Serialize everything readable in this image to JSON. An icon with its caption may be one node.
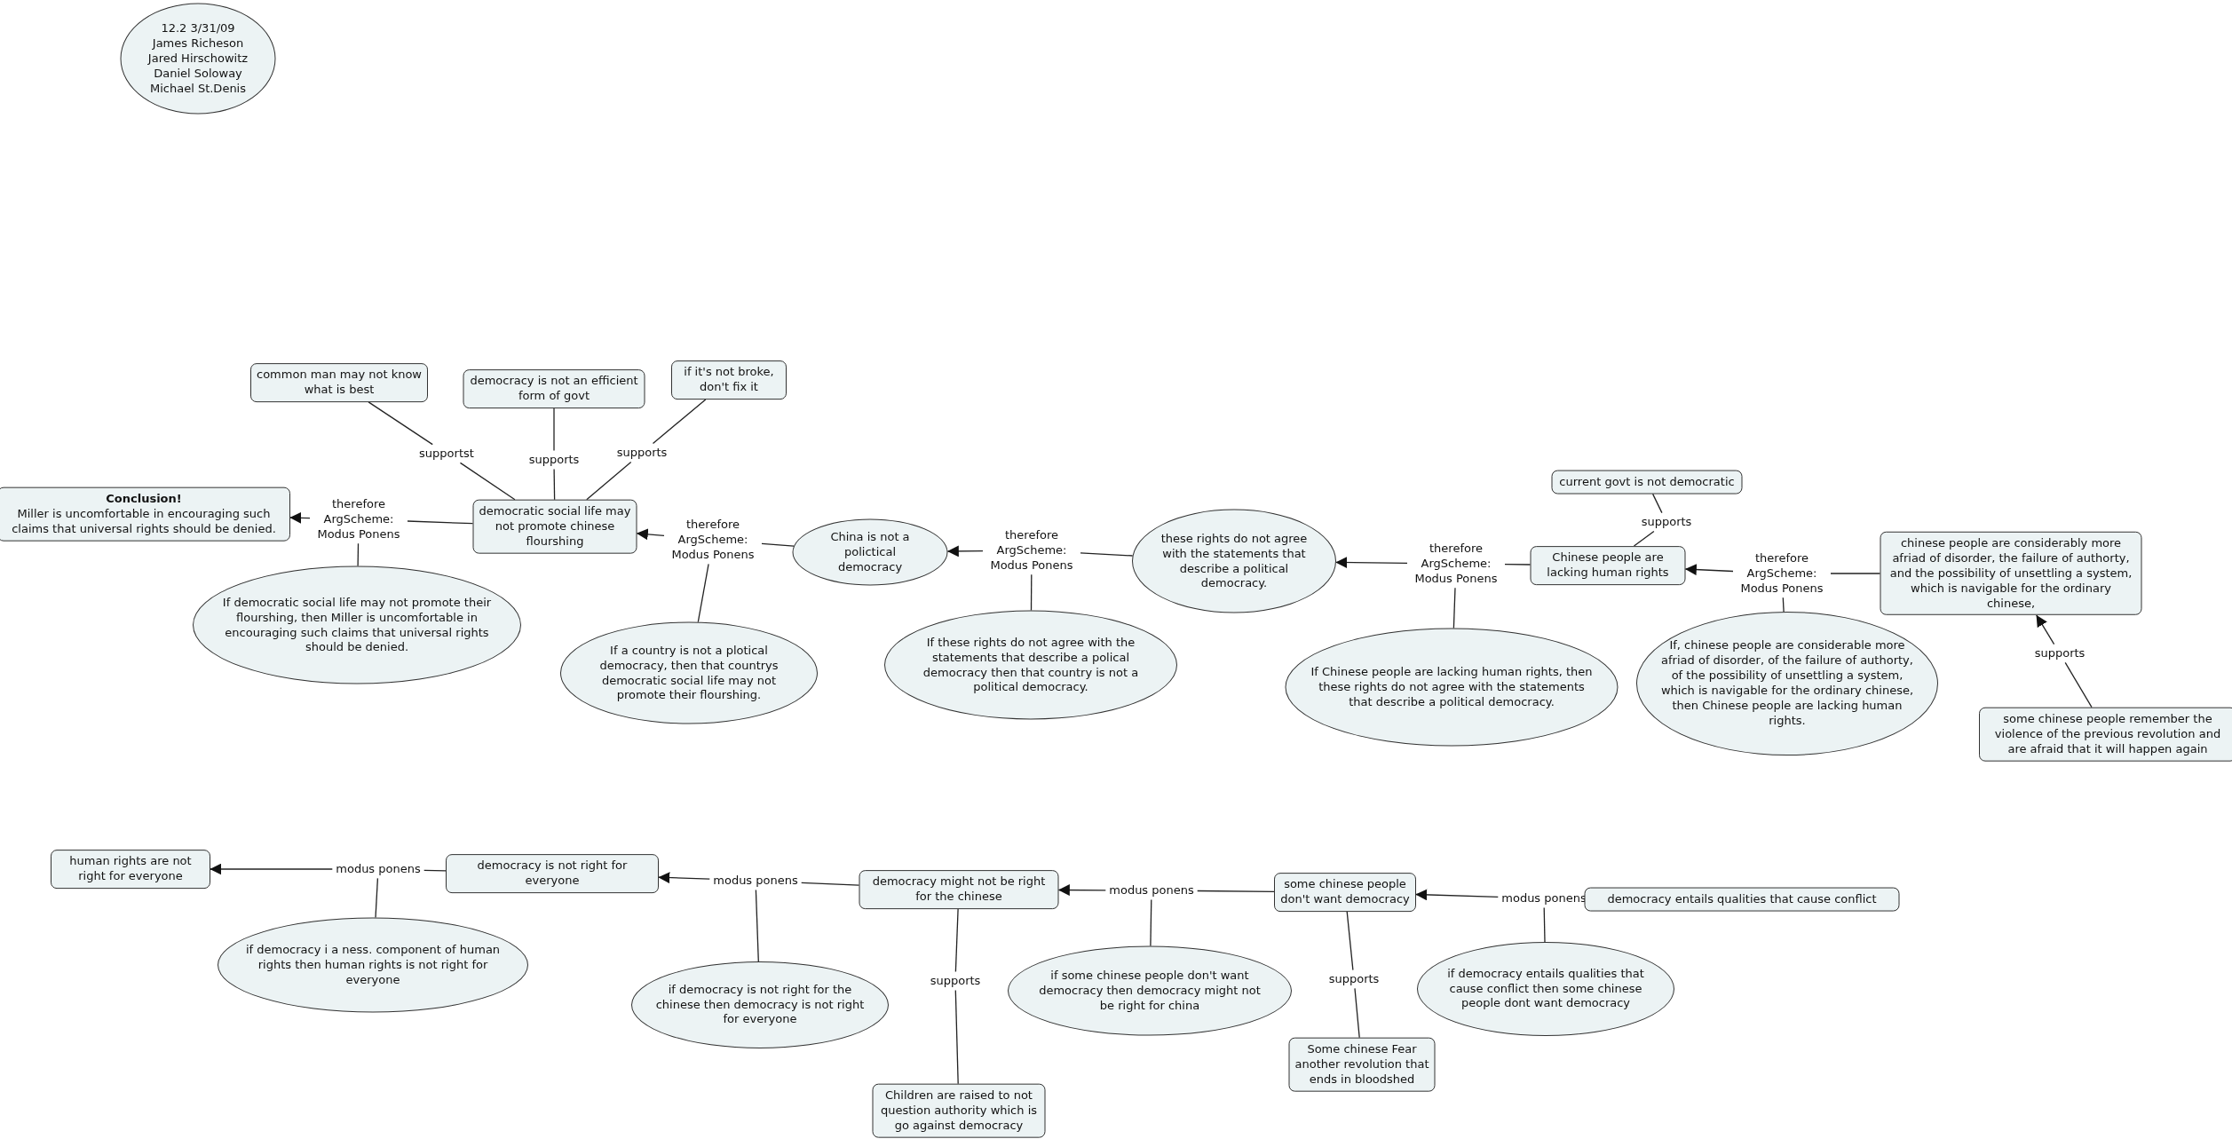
{
  "diagram": {
    "nodes": [
      {
        "text": [
          "12.2 3/31/09 James Richeson Jared Hirschowitz Daniel Soloway Michael St.Denis"
        ]
      },
      {
        "text": [
          "common man may not know what is best"
        ]
      },
      {
        "text": [
          "democracy is not an efficient form of govt"
        ]
      },
      {
        "text": [
          "if it's not broke, don't fix it"
        ]
      },
      {
        "text": [
          "supportst"
        ]
      },
      {
        "text": [
          "supports"
        ]
      },
      {
        "text": [
          "supports"
        ]
      },
      {
        "text": [
          "Conclusion!",
          "Miller is uncomfortable in encouraging such claims that universal rights should be denied."
        ]
      },
      {
        "text": [
          "therefore ArgScheme: Modus Ponens"
        ]
      },
      {
        "text": [
          "democratic social life may not promote chinese flourshing"
        ]
      },
      {
        "text": [
          "therefore ArgScheme: Modus Ponens"
        ]
      },
      {
        "text": [
          "China is not a polictical democracy"
        ]
      },
      {
        "text": [
          "If democratic social life may not promote their flourshing, then Miller is uncomfortable in encouraging such claims that universal rights should be denied."
        ]
      },
      {
        "text": [
          "therefore ArgScheme: Modus Ponens"
        ]
      },
      {
        "text": [
          "these rights do not agree with the statements that describe a political democracy."
        ]
      },
      {
        "text": [
          "If a country is not a plotical democracy, then that countrys democratic social life may not promote their flourshing."
        ]
      },
      {
        "text": [
          "If these rights do not agree with the statements that describe a polical democracy then that country is not a political democracy."
        ]
      },
      {
        "text": [
          "current govt is not democratic"
        ]
      },
      {
        "text": [
          "supports"
        ]
      },
      {
        "text": [
          "therefore ArgScheme: Modus Ponens"
        ]
      },
      {
        "text": [
          "Chinese people are lacking human rights"
        ]
      },
      {
        "text": [
          "therefore ArgScheme: Modus Ponens"
        ]
      },
      {
        "text": [
          "chinese people are considerably more afriad of disorder, the failure of authorty, and the possibility of unsettling a system, which is navigable for the ordinary chinese,"
        ]
      },
      {
        "text": [
          "If Chinese people are lacking human rights, then these rights do not agree with the statements that describe a political democracy."
        ]
      },
      {
        "text": [
          "If, chinese people are considerable more afriad of disorder, of the failure of authorty, of the possibility of unsettling a system, which is navigable for the ordinary chinese, then Chinese people are lacking human rights."
        ]
      },
      {
        "text": [
          "supports"
        ]
      },
      {
        "text": [
          "some chinese people remember the violence of the previous revolution and are afraid that it will happen again"
        ]
      },
      {
        "text": [
          "human rights are not right for everyone"
        ]
      },
      {
        "text": [
          "modus ponens"
        ]
      },
      {
        "text": [
          "democracy is not right for everyone"
        ]
      },
      {
        "text": [
          "modus ponens"
        ]
      },
      {
        "text": [
          "democracy might not be right for the chinese"
        ]
      },
      {
        "text": [
          "modus ponens"
        ]
      },
      {
        "text": [
          "some chinese people don't want democracy"
        ]
      },
      {
        "text": [
          "modus ponens"
        ]
      },
      {
        "text": [
          "democracy entails qualities that cause conflict"
        ]
      },
      {
        "text": [
          "if democracy i a ness. component of human rights then human rights is not right for everyone"
        ]
      },
      {
        "text": [
          "if democracy is not right for the chinese then democracy is not right for everyone"
        ]
      },
      {
        "text": [
          "supports"
        ]
      },
      {
        "text": [
          "if some chinese people don't want democracy then democracy might not be right for china"
        ]
      },
      {
        "text": [
          "supports"
        ]
      },
      {
        "text": [
          "if democracy entails qualities that cause conflict then some chinese people dont want democracy"
        ]
      },
      {
        "text": [
          "Children are raised to not question authority which is go against democracy"
        ]
      },
      {
        "text": [
          "Some chinese Fear another revolution that ends in bloodshed"
        ]
      }
    ],
    "edges": [
      {
        "from": 1,
        "to": 4,
        "arrow": "none"
      },
      {
        "from": 4,
        "to": 9,
        "arrow": "none"
      },
      {
        "from": 2,
        "to": 5,
        "arrow": "none"
      },
      {
        "from": 5,
        "to": 9,
        "arrow": "none"
      },
      {
        "from": 3,
        "to": 6,
        "arrow": "none"
      },
      {
        "from": 6,
        "to": 9,
        "arrow": "none"
      },
      {
        "from": 9,
        "to": 8,
        "arrow": "none"
      },
      {
        "from": 8,
        "to": 7,
        "arrow": "to"
      },
      {
        "from": 12,
        "to": 8,
        "arrow": "none"
      },
      {
        "from": 11,
        "to": 10,
        "arrow": "none"
      },
      {
        "from": 10,
        "to": 9,
        "arrow": "to"
      },
      {
        "from": 15,
        "to": 10,
        "arrow": "none"
      },
      {
        "from": 14,
        "to": 13,
        "arrow": "none"
      },
      {
        "from": 13,
        "to": 11,
        "arrow": "to"
      },
      {
        "from": 16,
        "to": 13,
        "arrow": "none"
      },
      {
        "from": 17,
        "to": 18,
        "arrow": "none"
      },
      {
        "from": 18,
        "to": 20,
        "arrow": "none"
      },
      {
        "from": 20,
        "to": 19,
        "arrow": "none"
      },
      {
        "from": 19,
        "to": 14,
        "arrow": "to"
      },
      {
        "from": 23,
        "to": 19,
        "arrow": "none"
      },
      {
        "from": 22,
        "to": 21,
        "arrow": "none"
      },
      {
        "from": 21,
        "to": 20,
        "arrow": "to"
      },
      {
        "from": 24,
        "to": 21,
        "arrow": "none"
      },
      {
        "from": 26,
        "to": 25,
        "arrow": "none"
      },
      {
        "from": 25,
        "to": 22,
        "arrow": "to"
      },
      {
        "from": 29,
        "to": 28,
        "arrow": "none"
      },
      {
        "from": 28,
        "to": 27,
        "arrow": "to"
      },
      {
        "from": 36,
        "to": 28,
        "arrow": "none"
      },
      {
        "from": 31,
        "to": 30,
        "arrow": "none"
      },
      {
        "from": 30,
        "to": 29,
        "arrow": "to"
      },
      {
        "from": 37,
        "to": 30,
        "arrow": "none"
      },
      {
        "from": 33,
        "to": 32,
        "arrow": "none"
      },
      {
        "from": 32,
        "to": 31,
        "arrow": "to"
      },
      {
        "from": 39,
        "to": 32,
        "arrow": "none"
      },
      {
        "from": 35,
        "to": 34,
        "arrow": "none"
      },
      {
        "from": 34,
        "to": 33,
        "arrow": "to"
      },
      {
        "from": 41,
        "to": 34,
        "arrow": "none"
      },
      {
        "from": 42,
        "to": 38,
        "arrow": "none"
      },
      {
        "from": 38,
        "to": 31,
        "arrow": "none"
      },
      {
        "from": 43,
        "to": 40,
        "arrow": "none"
      },
      {
        "from": 40,
        "to": 33,
        "arrow": "none"
      }
    ]
  }
}
